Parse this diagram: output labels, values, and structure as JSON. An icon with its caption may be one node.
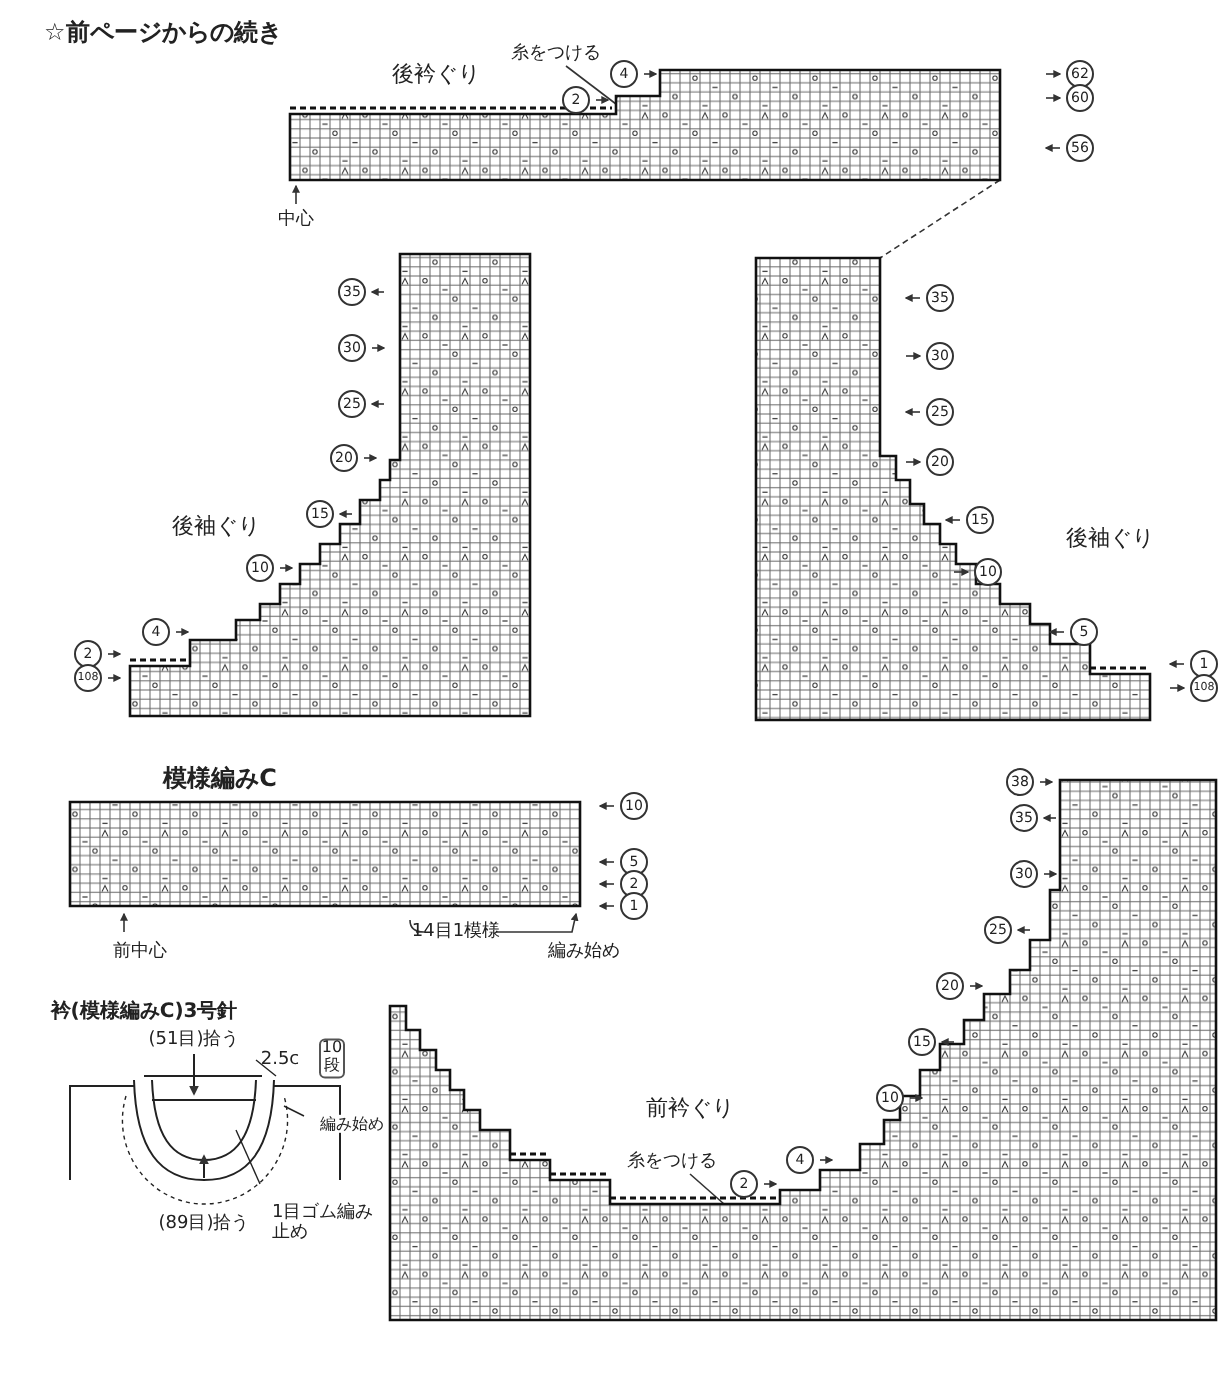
{
  "diagram": {
    "title": "☆前ページからの続き",
    "nodes": [
      {
        "text": [],
        "shape": "grid"
      },
      {
        "text": [
          "糸をつける"
        ]
      },
      {
        "text": [],
        "shape": "grid"
      },
      {
        "text": [],
        "shape": "grid"
      },
      {
        "text": [],
        "shape": "grid"
      },
      {
        "text": [],
        "shape": "grid"
      },
      {
        "text": [
          "糸をつける"
        ]
      }
    ],
    "edges": [
      {
        "from": 1,
        "to": 0,
        "arrow": "none"
      },
      {
        "from": 0,
        "to": 3,
        "arrow": "none",
        "style": "dashed"
      },
      {
        "from": 6,
        "to": 5,
        "arrow": "none"
      }
    ],
    "labels": [
      "後衿ぐり",
      "4",
      "2",
      "62",
      "60",
      "56",
      "中心",
      "35",
      "30",
      "25",
      "20",
      "15",
      "10",
      "後袖ぐり",
      "4",
      "2",
      "108",
      "35",
      "30",
      "25",
      "20",
      "15",
      "10",
      "後袖ぐり",
      "5",
      "1",
      "108",
      "模様編みC",
      "10",
      "5",
      "2",
      "1",
      "前中心",
      "14目1模様",
      "編み始め",
      "衿(模様編みC)3号針",
      "(51目)拾う",
      "2.5c",
      "10段",
      "編み始め",
      "(89目)拾う",
      "1目ゴム編み止め",
      "38",
      "35",
      "30",
      "25",
      "20",
      "15",
      "10",
      "前衿ぐり",
      "4",
      "2"
    ]
  }
}
